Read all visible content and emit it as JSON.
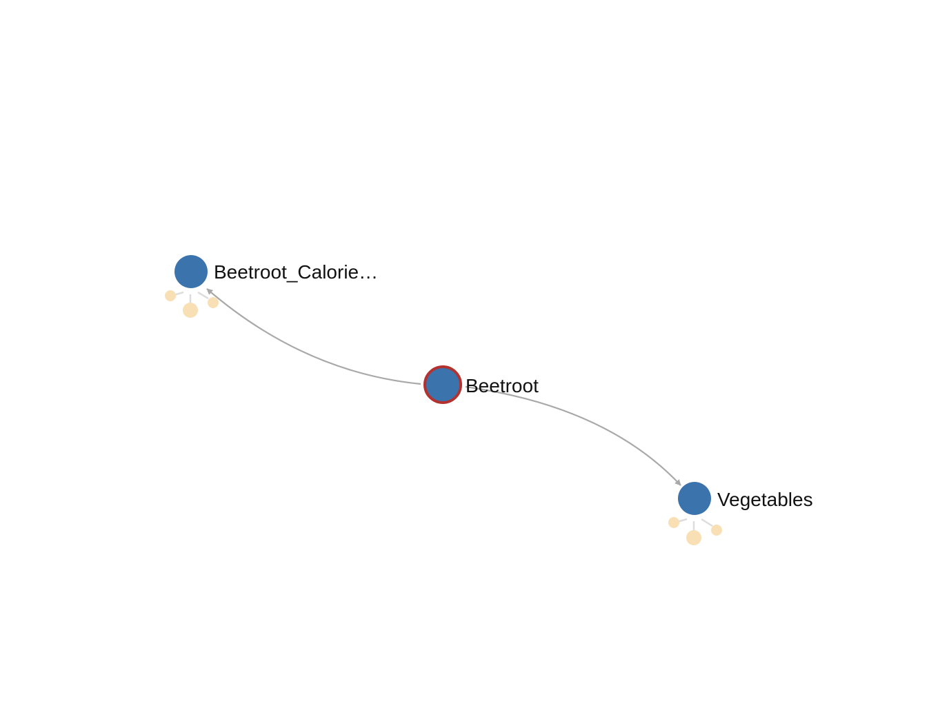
{
  "graph": {
    "colors": {
      "node_fill": "#3b73ad",
      "focus_stroke": "#b3312e",
      "edge": "#a9a9a9",
      "satellite_fill": "#f9dfb4",
      "satellite_link": "#dddddd"
    },
    "nodes": [
      {
        "id": "beetroot_calories",
        "label": "Beetroot_Calorie…"
      },
      {
        "id": "beetroot",
        "label": "Beetroot",
        "focused": true
      },
      {
        "id": "vegetables",
        "label": "Vegetables"
      }
    ],
    "edges": [
      {
        "from": "beetroot",
        "to": "beetroot_calories",
        "directed": true
      },
      {
        "from": "beetroot",
        "to": "vegetables",
        "directed": true
      }
    ]
  }
}
